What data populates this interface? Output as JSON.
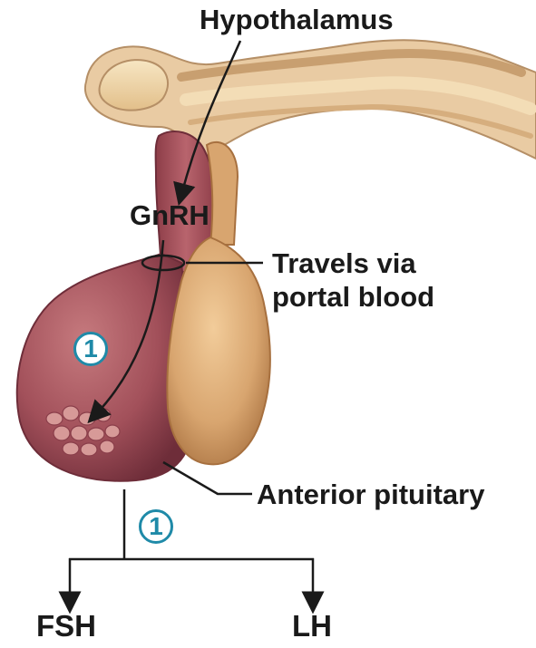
{
  "labels": {
    "hypothalamus": "Hypothalamus",
    "gnrh": "GnRH",
    "portal_line1": "Travels via",
    "portal_line2": "portal blood",
    "anterior_pituitary": "Anterior pituitary",
    "fsh": "FSH",
    "lh": "LH"
  },
  "steps": {
    "gnrh_step": "1",
    "release_step": "1"
  },
  "colors": {
    "step_accent": "#1f8aa8",
    "anterior_lobe": "#a2505a",
    "posterior_lobe": "#d8a56f",
    "hypothalamus_tissue": "#f0d7a6",
    "arrow": "#1a1a1a"
  }
}
